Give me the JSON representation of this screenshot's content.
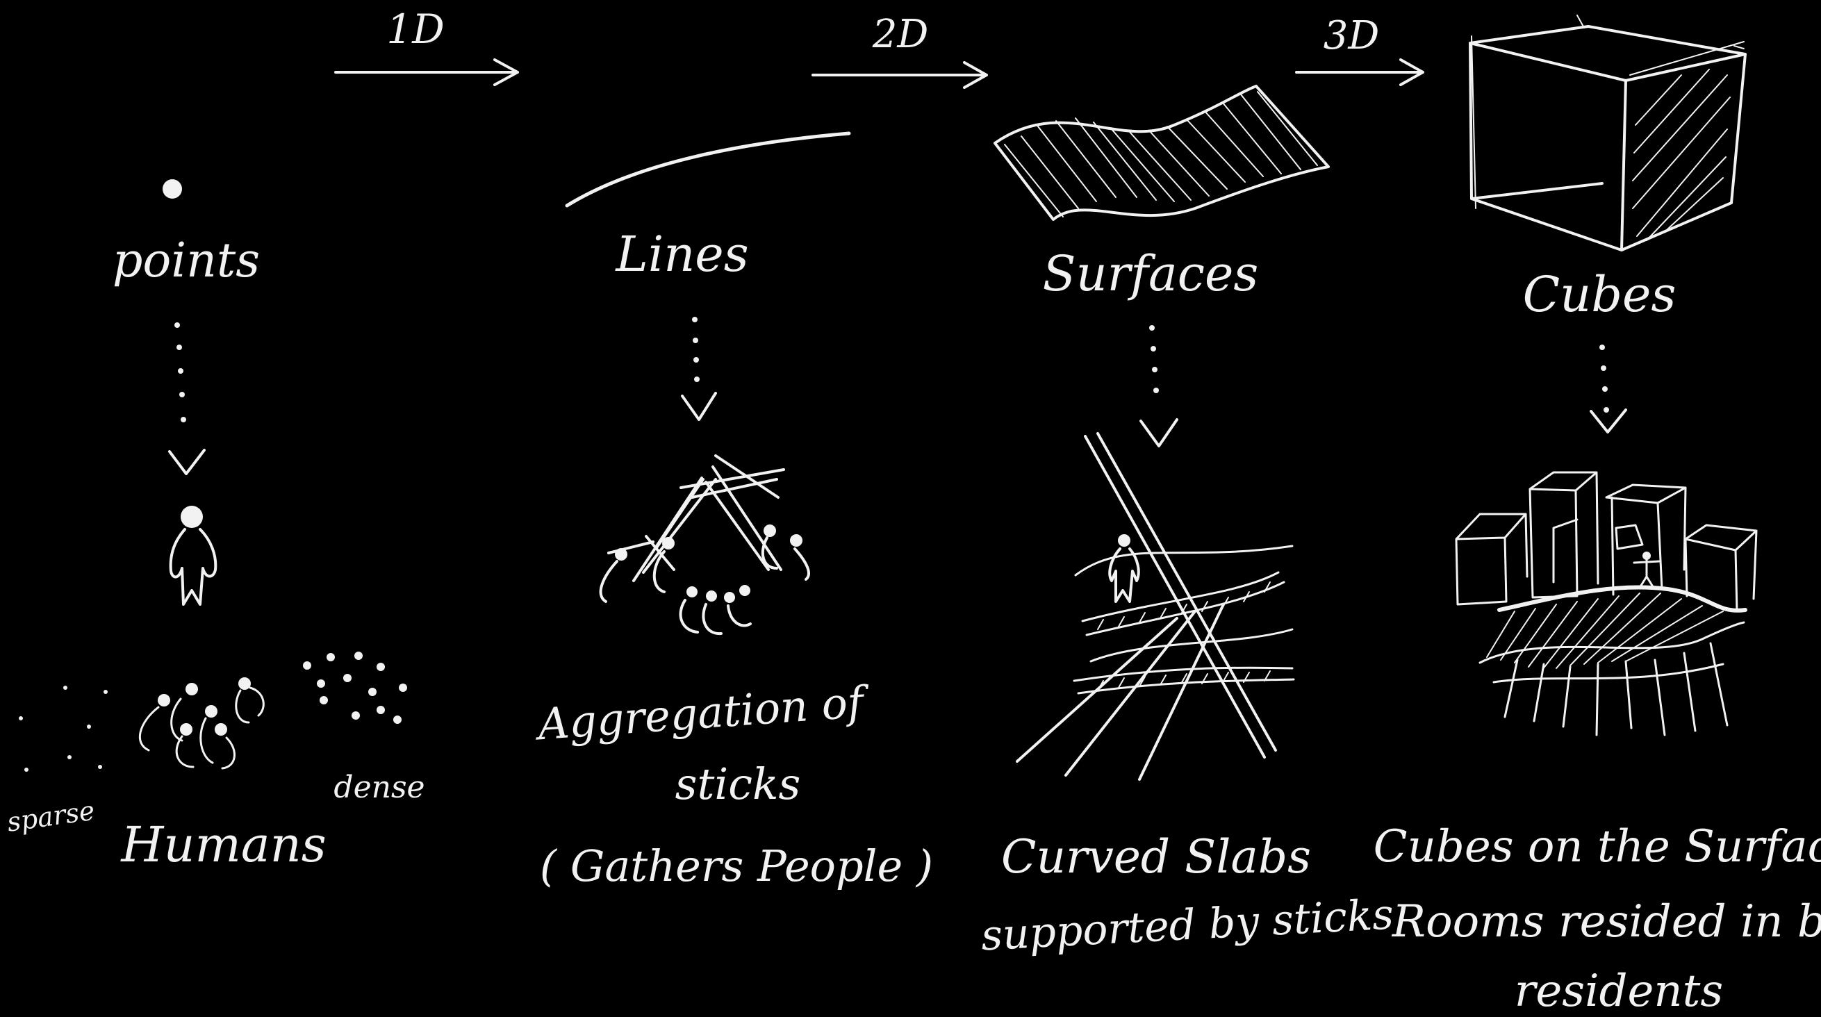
{
  "arrows": {
    "one": "1D",
    "two": "2D",
    "three": "3D"
  },
  "stages": {
    "points": {
      "title": "points",
      "caption": "Humans",
      "sparse": "sparse",
      "dense": "dense"
    },
    "lines": {
      "title": "Lines",
      "caption_line1": "Aggregation of",
      "caption_line2": "sticks",
      "caption_line3": "( Gathers People )"
    },
    "surfaces": {
      "title": "Surfaces",
      "caption_line1": "Curved Slabs",
      "caption_line2": "supported by sticks"
    },
    "cubes": {
      "title": "Cubes",
      "caption_line1": "Cubes on the Surface",
      "caption_line2": "Rooms resided in by",
      "caption_line3": "residents"
    }
  },
  "colors": {
    "background": "#000000",
    "chalk": "#f2f2f2"
  }
}
